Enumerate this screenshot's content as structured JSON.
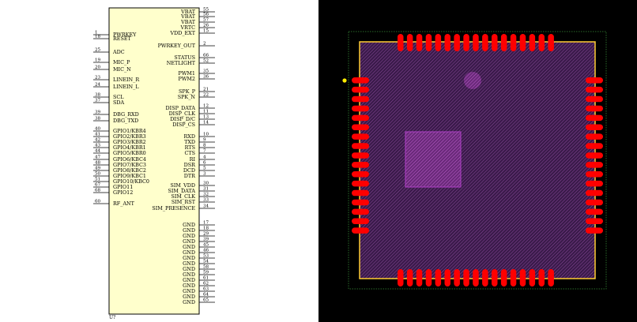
{
  "schematic": {
    "designator": "U?",
    "left_pins": [
      {
        "num": "1",
        "name": "PWRKEY"
      },
      {
        "num": "18",
        "name": "RESET"
      },
      {
        "num": "25",
        "name": "ADC"
      },
      {
        "num": "19",
        "name": "MIC_P"
      },
      {
        "num": "20",
        "name": "MIC_N"
      },
      {
        "num": "23",
        "name": "LINEIN_R"
      },
      {
        "num": "24",
        "name": "LINEIN_L"
      },
      {
        "num": "38",
        "name": "SCL"
      },
      {
        "num": "37",
        "name": "SDA"
      },
      {
        "num": "39",
        "name": "DBG_RXD"
      },
      {
        "num": "38",
        "name": "DBG_TXD"
      },
      {
        "num": "40",
        "name": "GPIO1/KBR4"
      },
      {
        "num": "41",
        "name": "GPIO2/KBR3"
      },
      {
        "num": "42",
        "name": "GPIO3/KBR2"
      },
      {
        "num": "43",
        "name": "GPIO4/KBR1"
      },
      {
        "num": "44",
        "name": "GPIO5/KBR0"
      },
      {
        "num": "47",
        "name": "GPIO6/KBC4"
      },
      {
        "num": "48",
        "name": "GPIO7/KBC3"
      },
      {
        "num": "49",
        "name": "GPIO8/KBC2"
      },
      {
        "num": "50",
        "name": "GPIO9/KBC1"
      },
      {
        "num": "51",
        "name": "GPIO10/KBC0"
      },
      {
        "num": "67",
        "name": "GPIO11"
      },
      {
        "num": "68",
        "name": "GPIO12"
      },
      {
        "num": "60",
        "name": "RF_ANT"
      }
    ],
    "right_pins": [
      {
        "num": "55",
        "name": "VBAT"
      },
      {
        "num": "56",
        "name": "VBAT"
      },
      {
        "num": "57",
        "name": "VBAT"
      },
      {
        "num": "26",
        "name": "VRTC"
      },
      {
        "num": "15",
        "name": "VDD_EXT"
      },
      {
        "num": "2",
        "name": "PWRKEY_OUT"
      },
      {
        "num": "66",
        "name": "STATUS"
      },
      {
        "num": "52",
        "name": "NETLIGHT"
      },
      {
        "num": "35",
        "name": "PWM1"
      },
      {
        "num": "36",
        "name": "PWM2"
      },
      {
        "num": "21",
        "name": "SPK_P"
      },
      {
        "num": "22",
        "name": "SPK_N"
      },
      {
        "num": "12",
        "name": "DISP_DATA"
      },
      {
        "num": "11",
        "name": "DISP_CLK"
      },
      {
        "num": "13",
        "name": "DISP_D/C"
      },
      {
        "num": "14",
        "name": "DISP_CS"
      },
      {
        "num": "10",
        "name": "RXD"
      },
      {
        "num": "9",
        "name": "TXD"
      },
      {
        "num": "8",
        "name": "RTS"
      },
      {
        "num": "7",
        "name": "CTS"
      },
      {
        "num": "4",
        "name": "RI"
      },
      {
        "num": "6",
        "name": "DSR"
      },
      {
        "num": "5",
        "name": "DCD"
      },
      {
        "num": "3",
        "name": "DTR"
      },
      {
        "num": "30",
        "name": "SIM_VDD"
      },
      {
        "num": "31",
        "name": "SIM_DATA"
      },
      {
        "num": "32",
        "name": "SIM_CLK"
      },
      {
        "num": "33",
        "name": "SIM_RST"
      },
      {
        "num": "34",
        "name": "SIM_PRESENCE"
      },
      {
        "num": "17",
        "name": "GND"
      },
      {
        "num": "18",
        "name": "GND"
      },
      {
        "num": "29",
        "name": "GND"
      },
      {
        "num": "39",
        "name": "GND"
      },
      {
        "num": "45",
        "name": "GND"
      },
      {
        "num": "46",
        "name": "GND"
      },
      {
        "num": "53",
        "name": "GND"
      },
      {
        "num": "54",
        "name": "GND"
      },
      {
        "num": "58",
        "name": "GND"
      },
      {
        "num": "59",
        "name": "GND"
      },
      {
        "num": "61",
        "name": "GND"
      },
      {
        "num": "62",
        "name": "GND"
      },
      {
        "num": "63",
        "name": "GND"
      },
      {
        "num": "64",
        "name": "GND"
      },
      {
        "num": "65",
        "name": "GND"
      }
    ]
  },
  "footprint": {
    "top_pads": 17,
    "bottom_pads": 17,
    "left_pads": 17,
    "right_pads": 17,
    "colors": {
      "background": "#000000",
      "board_fill": "#3a1a4a",
      "hatch": "#8a4a9a",
      "pad": "#ff0000",
      "outline": "#ffcc33",
      "courtyard": "#2a6a2a",
      "center_pad": "#b040c8",
      "pin1_marker": "#ffee00"
    }
  }
}
